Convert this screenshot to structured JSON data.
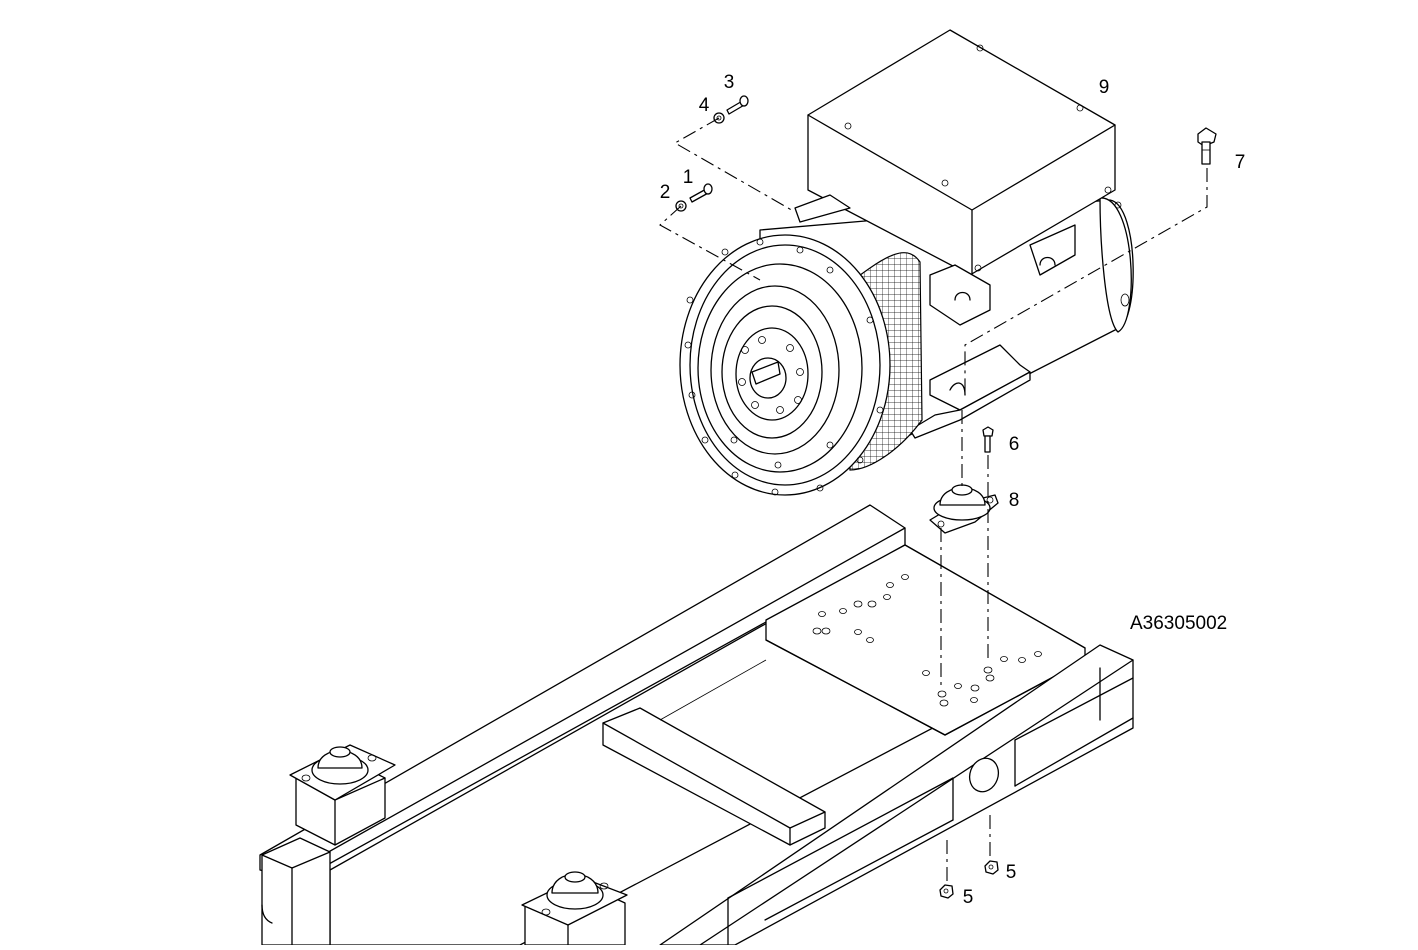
{
  "drawing": {
    "reference_code": "A36305002",
    "callouts": [
      {
        "id": "c1",
        "label": "1"
      },
      {
        "id": "c2",
        "label": "2"
      },
      {
        "id": "c3",
        "label": "3"
      },
      {
        "id": "c4",
        "label": "4"
      },
      {
        "id": "c5a",
        "label": "5"
      },
      {
        "id": "c5b",
        "label": "5"
      },
      {
        "id": "c6",
        "label": "6"
      },
      {
        "id": "c7",
        "label": "7"
      },
      {
        "id": "c8",
        "label": "8"
      },
      {
        "id": "c9",
        "label": "9"
      }
    ]
  }
}
